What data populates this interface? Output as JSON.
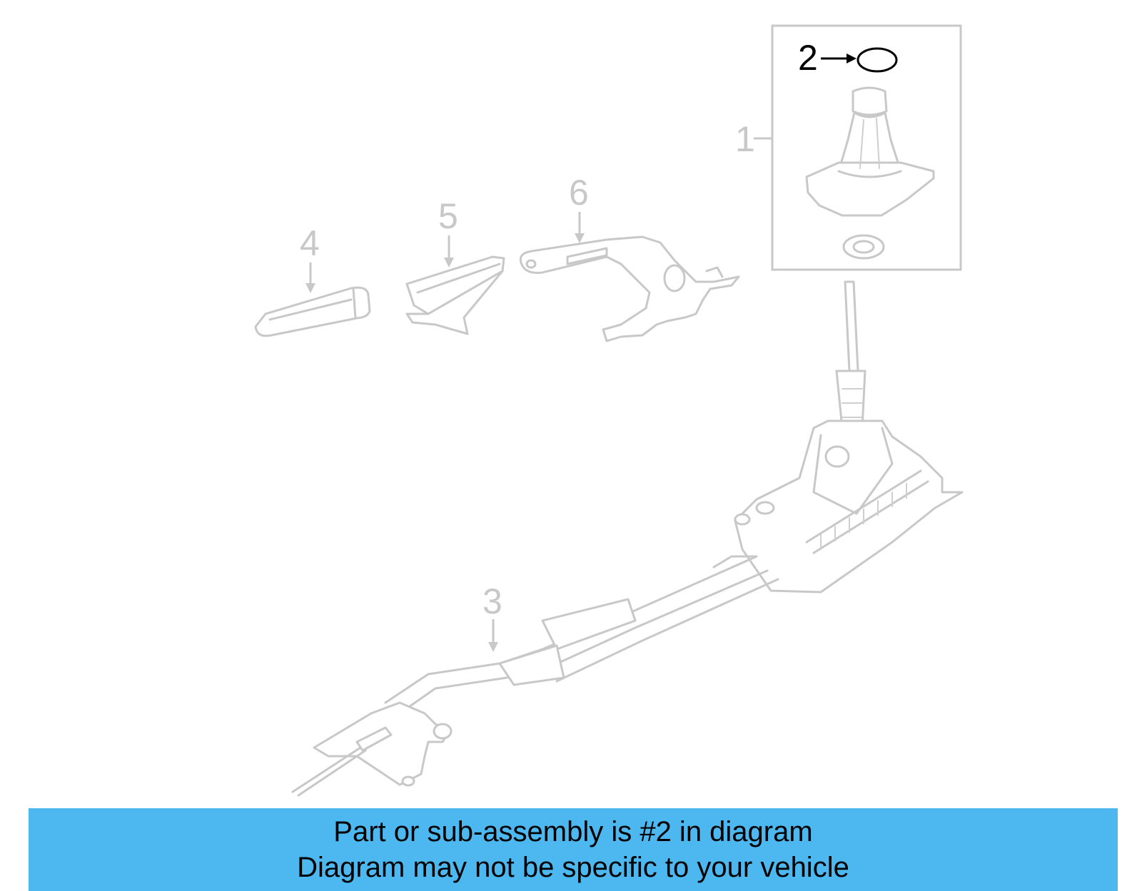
{
  "diagram": {
    "callouts": [
      {
        "id": "1",
        "label": "1",
        "highlighted": false
      },
      {
        "id": "2",
        "label": "2",
        "highlighted": true
      },
      {
        "id": "3",
        "label": "3",
        "highlighted": false
      },
      {
        "id": "4",
        "label": "4",
        "highlighted": false
      },
      {
        "id": "5",
        "label": "5",
        "highlighted": false
      },
      {
        "id": "6",
        "label": "6",
        "highlighted": false
      }
    ],
    "colors": {
      "part_line": "#c8c8c8",
      "highlight": "#000000",
      "banner": "#4db8f0"
    }
  },
  "banner": {
    "line1": "Part or sub-assembly is #2 in diagram",
    "line2": "Diagram may not be specific to your vehicle"
  }
}
